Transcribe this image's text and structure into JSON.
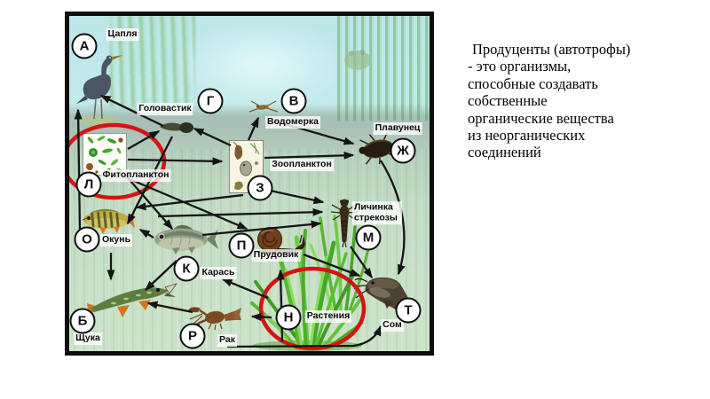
{
  "definition": {
    "lines": [
      "Продуценты (автотрофы)",
      "- это организмы,",
      "способные создавать",
      "собственные",
      "органические вещества",
      "из неорганических",
      "соединений"
    ]
  },
  "diagram": {
    "nodes": [
      {
        "id": "heron",
        "letter": "А",
        "label": "Цапля"
      },
      {
        "id": "tadpole",
        "letter": "Г",
        "label": "Головастик"
      },
      {
        "id": "water-strider",
        "letter": "В",
        "label": "Водомерка"
      },
      {
        "id": "phytoplankton",
        "letter": "Л",
        "label": "Фитопланктон"
      },
      {
        "id": "zooplankton",
        "letter": "З",
        "label": "Зоопланктон"
      },
      {
        "id": "diving-beetle",
        "letter": "Ж",
        "label": "Плавунец"
      },
      {
        "id": "dragonfly-larva",
        "letter": "М",
        "label": "Личинка стрекозы"
      },
      {
        "id": "perch",
        "letter": "О",
        "label": "Окунь"
      },
      {
        "id": "crucian-carp",
        "letter": "К",
        "label": "Карась"
      },
      {
        "id": "pond-snail",
        "letter": "П",
        "label": "Прудовик"
      },
      {
        "id": "pike",
        "letter": "Б",
        "label": "Щука"
      },
      {
        "id": "crayfish",
        "letter": "Р",
        "label": "Рак"
      },
      {
        "id": "plants",
        "letter": "Н",
        "label": "Растения"
      },
      {
        "id": "catfish",
        "letter": "Т",
        "label": "Сом"
      }
    ],
    "highlighted_nodes": [
      "Фитопланктон",
      "Растения"
    ],
    "edges": [
      {
        "from": "perch",
        "to": "heron"
      },
      {
        "from": "tadpole",
        "to": "heron"
      },
      {
        "from": "phytoplankton",
        "to": "tadpole"
      },
      {
        "from": "phytoplankton",
        "to": "zooplankton"
      },
      {
        "from": "phytoplankton",
        "to": "crucian-carp"
      },
      {
        "from": "zooplankton",
        "to": "perch"
      },
      {
        "from": "tadpole",
        "to": "perch"
      },
      {
        "from": "zooplankton",
        "to": "tadpole"
      },
      {
        "from": "zooplankton",
        "to": "water-strider"
      },
      {
        "from": "water-strider",
        "to": "diving-beetle"
      },
      {
        "from": "zooplankton",
        "to": "diving-beetle"
      },
      {
        "from": "zooplankton",
        "to": "dragonfly-larva"
      },
      {
        "from": "tadpole",
        "to": "dragonfly-larva"
      },
      {
        "from": "crucian-carp",
        "to": "dragonfly-larva"
      },
      {
        "from": "diving-beetle",
        "to": "catfish"
      },
      {
        "from": "dragonfly-larva",
        "to": "catfish"
      },
      {
        "from": "pond-snail",
        "to": "catfish"
      },
      {
        "from": "plants",
        "to": "pond-snail"
      },
      {
        "from": "plants",
        "to": "crayfish"
      },
      {
        "from": "plants",
        "to": "catfish"
      },
      {
        "from": "plants",
        "to": "crucian-carp"
      },
      {
        "from": "crayfish",
        "to": "pike"
      },
      {
        "from": "perch",
        "to": "pike"
      },
      {
        "from": "crucian-carp",
        "to": "pike"
      },
      {
        "from": "phytoplankton",
        "to": "pond-snail"
      },
      {
        "from": "crucian-carp",
        "to": "perch"
      }
    ],
    "colors": {
      "highlight_ring": "#d41414",
      "arrow": "#141414",
      "frame": "#0d0d0d",
      "water": "#bce6e8",
      "bank": "#c6dfc5"
    }
  }
}
